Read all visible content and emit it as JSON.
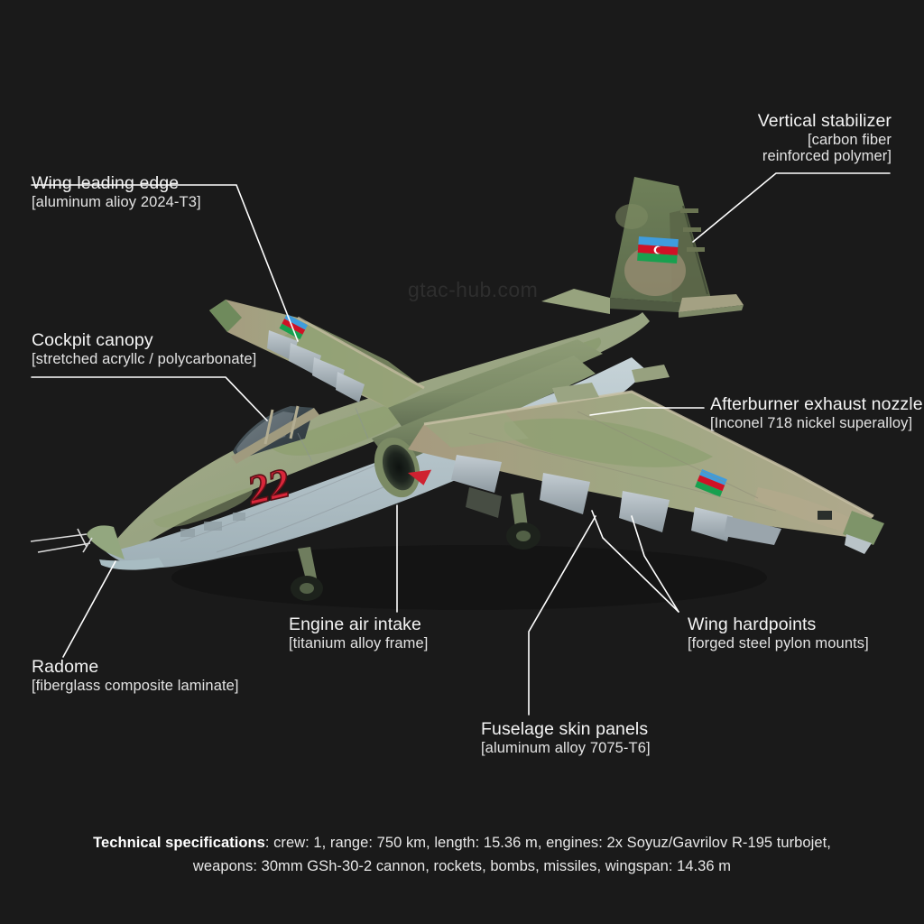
{
  "background_color": "#1a1a1a",
  "watermark": "gtac-hub.com",
  "subject": {
    "aircraft": "Su-25 ground attack jet",
    "tail_number": "22",
    "tail_flag": "azerbaijan-flag",
    "camouflage_colors": [
      "#7e8a6b",
      "#a8987f",
      "#6f7f5f",
      "#b9c6cc"
    ]
  },
  "callouts": [
    {
      "id": "vertical-stabilizer",
      "title": "Vertical stabilizer",
      "material": "[carbon fiber",
      "material2": "reinforced polymer]",
      "align": "right"
    },
    {
      "id": "wing-leading-edge",
      "title": "Wing leading edge",
      "material": "[aluminum alioy 2024-T3]",
      "align": "left"
    },
    {
      "id": "cockpit-canopy",
      "title": "Cockpit canopy",
      "material": "[stretched acryllc / polycarbonate]",
      "align": "left"
    },
    {
      "id": "afterburner-exhaust-nozzle",
      "title": "Afterburner exhaust nozzle",
      "material": "[Inconel 718 nickel superalloy]",
      "align": "left"
    },
    {
      "id": "radome",
      "title": "Radome",
      "material": "[fiberglass composite laminate]",
      "align": "left"
    },
    {
      "id": "engine-air-intake",
      "title": "Engine air intake",
      "material": "[titanium alloy frame]",
      "align": "left"
    },
    {
      "id": "fuselage-skin-panels",
      "title": "Fuselage skin panels",
      "material": "[aluminum alloy 7075-T6]",
      "align": "left"
    },
    {
      "id": "wing-hardpoints",
      "title": "Wing hardpoints",
      "material": "[forged steel pylon mounts]",
      "align": "left"
    }
  ],
  "specs": {
    "label": "Technical specifications",
    "line1": ": crew: 1, range: 750 km, length: 15.36 m, engines: 2x Soyuz/Gavrilov R-195 turbojet,",
    "line2": "weapons: 30mm GSh-30-2 cannon, rockets, bombs, missiles, wingspan: 14.36 m"
  }
}
